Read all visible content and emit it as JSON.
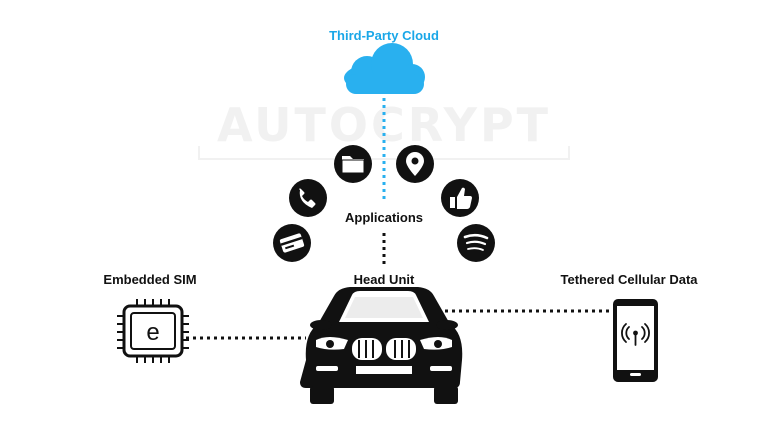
{
  "cloud": {
    "title": "Third-Party Cloud",
    "color": "#1aa7e8"
  },
  "applications": {
    "label": "Applications",
    "icons": [
      "card-icon",
      "phone-icon",
      "folder-icon",
      "location-pin-icon",
      "thumbs-up-icon",
      "spotify-icon"
    ]
  },
  "head_unit": {
    "label": "Head Unit"
  },
  "esim": {
    "label": "Embedded SIM",
    "chip_letter": "e"
  },
  "tethered": {
    "label": "Tethered Cellular Data"
  },
  "watermark": {
    "text": "AUTOCRYPT"
  }
}
